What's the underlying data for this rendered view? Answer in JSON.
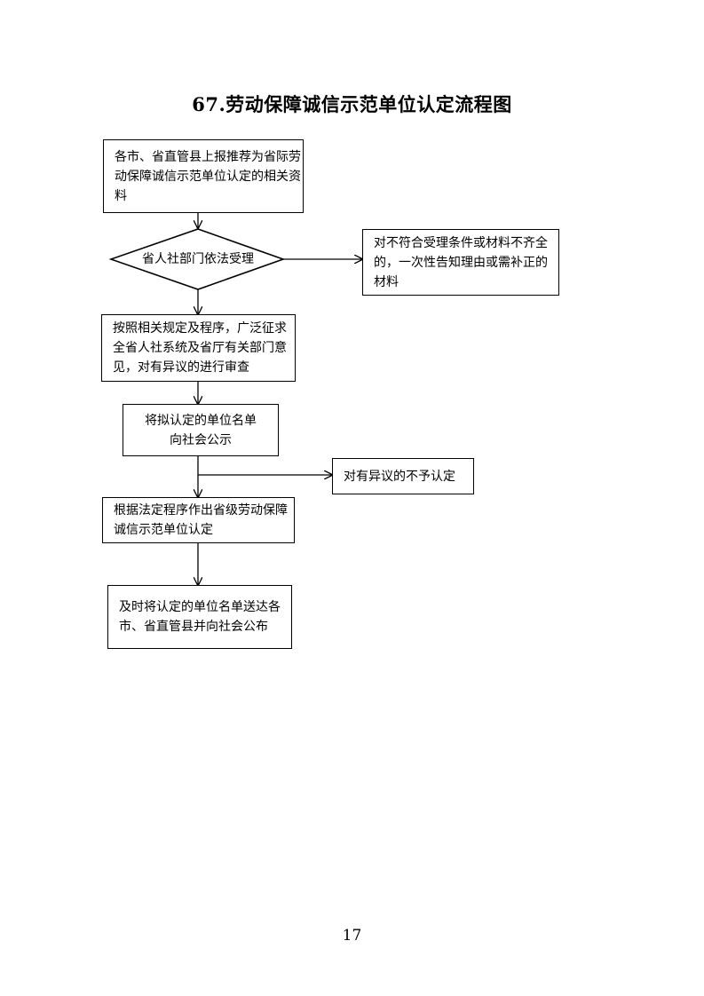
{
  "title": "67.劳动保障诚信示范单位认定流程图",
  "flowchart": {
    "step1": "各市、省直管县上报推荐为省际劳动保障诚信示范单位认定的相关资料",
    "decision": "省人社部门依法受理",
    "reject": "对不符合受理条件或材料不齐全的，一次性告知理由或需补正的材料",
    "step2": "按照相关规定及程序，广泛征求全省人社系统及省厅有关部门意见，对有异议的进行审查",
    "step3": "将拟认定的单位名单向社会公示",
    "objection": "对有异议的不予认定",
    "step4": "根据法定程序作出省级劳动保障诚信示范单位认定",
    "step5": "及时将认定的单位名单送达各市、省直管县并向社会公布"
  },
  "page_number": "17"
}
